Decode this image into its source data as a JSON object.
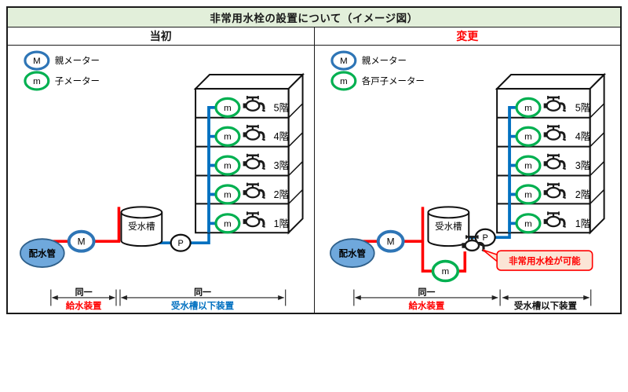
{
  "title": "非常用水栓の設置について（イメージ図）",
  "colors": {
    "title_bg": "#E2EFDA",
    "pipe_red": "#FF0000",
    "pipe_blue": "#0070C0",
    "meter_blue": "#2E75B6",
    "meter_green": "#00B050",
    "source_fill": "#6FA8DC",
    "callout_bg": "#FBE5D6",
    "changed_header": "#FF0000"
  },
  "panels": [
    {
      "header": "当初",
      "legend": [
        {
          "symbol": "M",
          "label": "親メーター"
        },
        {
          "symbol": "m",
          "label": "子メーター"
        }
      ],
      "unit_meter_symbol": "m",
      "floors": [
        "5階",
        "4階",
        "3階",
        "2階",
        "1階"
      ],
      "tank": "受水槽",
      "pump": "P",
      "main_meter": "M",
      "source": "配水管",
      "dim1_top": "同一",
      "dim1_bottom": "給水装置",
      "dim2_top": "同一",
      "dim2_bottom": "受水槽以下装置"
    },
    {
      "header": "変更",
      "legend": [
        {
          "symbol": "M",
          "label": "親メーター"
        },
        {
          "symbol": "m",
          "label": "各戸子メーター"
        }
      ],
      "unit_meter_symbol": "m",
      "floors": [
        "5階",
        "4階",
        "3階",
        "2階",
        "1階"
      ],
      "tank": "受水槽",
      "pump": "P",
      "main_meter": "M",
      "branch_meter": "m",
      "source": "配水管",
      "callout": "非常用水栓が可能",
      "dim1_top": "同一",
      "dim1_bottom": "給水装置",
      "dim2_bottom": "受水槽以下装置"
    }
  ]
}
